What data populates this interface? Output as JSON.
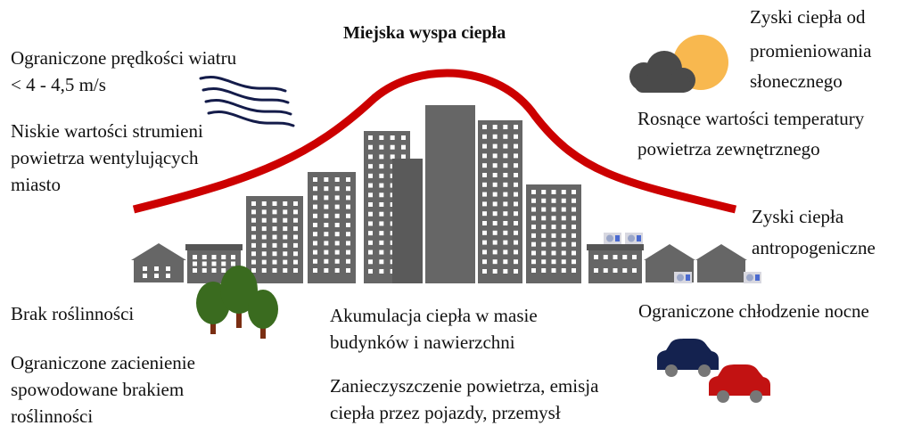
{
  "title": "Miejska wyspa ciepła",
  "labels": {
    "wind_l1": "Ograniczone prędkości wiatru",
    "wind_l2": "< 4 - 4,5 m/s",
    "vent_l1": "Niskie wartości strumieni",
    "vent_l2": "powietrza wentylujących",
    "vent_l3": "miasto",
    "veg": "Brak roślinności",
    "shade_l1": "Ograniczone zacienienie",
    "shade_l2": "spowodowane brakiem",
    "shade_l3": "roślinności",
    "accum_l1": "Akumulacja ciepła w masie",
    "accum_l2": "budynków i nawierzchni",
    "poll_l1": "Zanieczyszczenie powietrza, emisja",
    "poll_l2": "ciepła przez pojazdy, przemysł",
    "solar_l1": "Zyski ciepła od",
    "solar_l2": "promieniowania",
    "solar_l3": "słonecznego",
    "temp_l1": "Rosnące wartości temperatury",
    "temp_l2": "powietrza zewnętrznego",
    "anthro_l1": "Zyski ciepła",
    "anthro_l2": "antropogeniczne",
    "night": "Ograniczone chłodzenie nocne"
  },
  "colors": {
    "curve": "#cc0000",
    "building": "#666666",
    "window": "#ffffff",
    "tree": "#3a6b1f",
    "trunk": "#7a2e12",
    "car_blue": "#14224f",
    "car_red": "#c21212",
    "sun": "#f8b84f",
    "cloud": "#4a4a4a",
    "wind": "#141c4a"
  },
  "icons": [
    "wind-icon",
    "sun-icon",
    "cloud-icon",
    "tree-icon",
    "car-icon",
    "air-conditioner-icon",
    "house-icon",
    "building-icon"
  ]
}
